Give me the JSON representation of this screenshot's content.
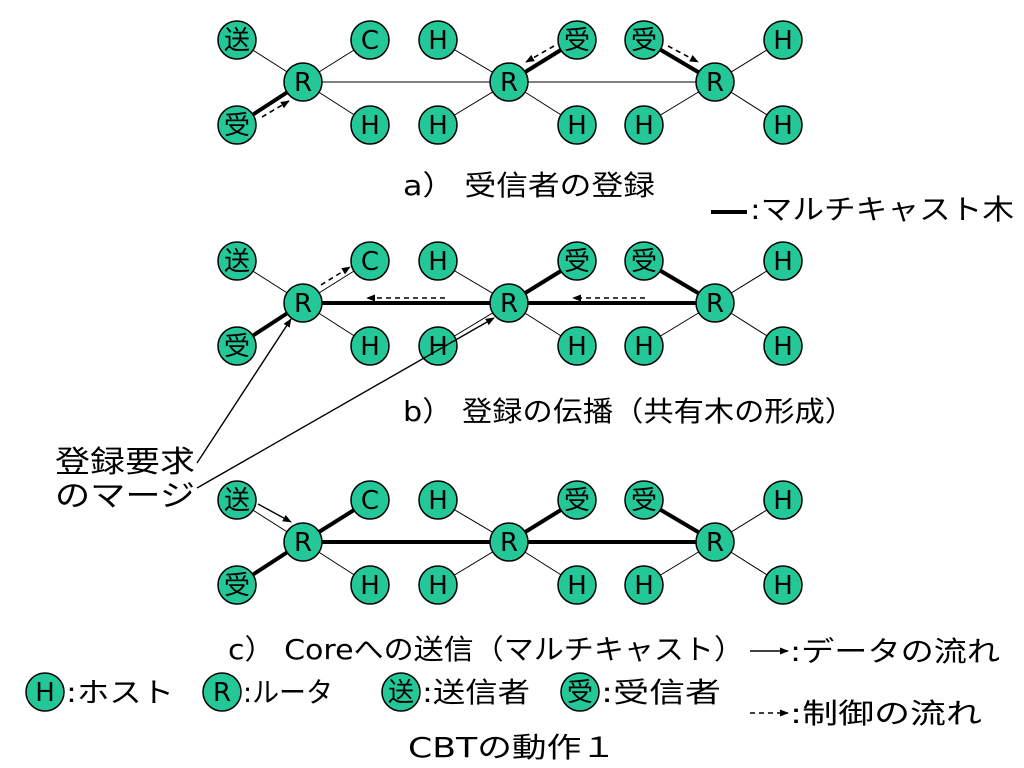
{
  "labels": {
    "sender": "送",
    "core": "C",
    "host": "H",
    "receiver": "受",
    "router": "R"
  },
  "panels": {
    "a": {
      "caption": "a） 受信者の登録"
    },
    "b": {
      "caption": "b） 登録の伝播（共有木の形成）"
    },
    "c": {
      "caption": "c） Coreへの送信（マルチキャスト）"
    }
  },
  "merge_note": [
    "登録要求",
    "のマージ"
  ],
  "legend": {
    "tree": ":マルチキャスト木",
    "data_flow": ":データの流れ",
    "control_flow": ":制御の流れ",
    "host": ":ホスト",
    "router": ":ルータ",
    "sender": ":送信者",
    "receiver": ":受信者"
  },
  "title": "CBTの動作１",
  "colors": {
    "node_fill": "#24c898",
    "stroke": "#000000",
    "background": "#ffffff"
  }
}
